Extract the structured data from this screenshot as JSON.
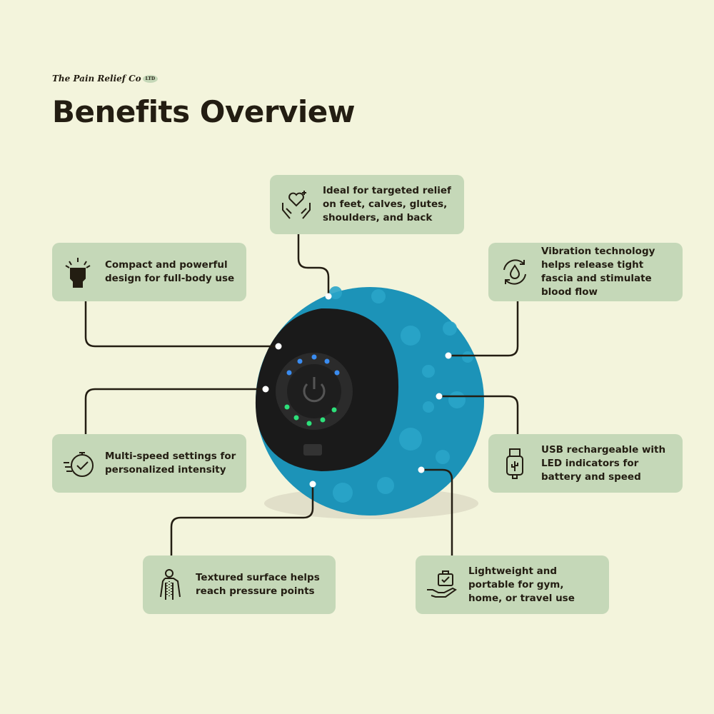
{
  "brand": {
    "logo": "The Pain Relief Co",
    "logo_badge": "LTD"
  },
  "title": "Benefits Overview",
  "benefits": [
    {
      "icon": "heart-hands-icon",
      "text": "Ideal for targeted relief on feet, calves, glutes, shoulders, and back"
    },
    {
      "icon": "fist-icon",
      "text": "Compact and powerful design for full-body use"
    },
    {
      "icon": "vibration-drop-icon",
      "text": "Vibration technology helps release tight fascia and stimulate blood flow"
    },
    {
      "icon": "stopwatch-check-icon",
      "text": "Multi-speed settings for personalized intensity"
    },
    {
      "icon": "usb-icon",
      "text": "USB rechargeable with LED indicators for battery and speed"
    },
    {
      "icon": "body-points-icon",
      "text": "Textured surface helps reach pressure points"
    },
    {
      "icon": "hand-bag-icon",
      "text": "Lightweight and portable for gym, home, or travel use"
    }
  ],
  "colors": {
    "background": "#f3f4dc",
    "box": "#c5d8b8",
    "ball": "#1c93b8",
    "text": "#231d12"
  }
}
